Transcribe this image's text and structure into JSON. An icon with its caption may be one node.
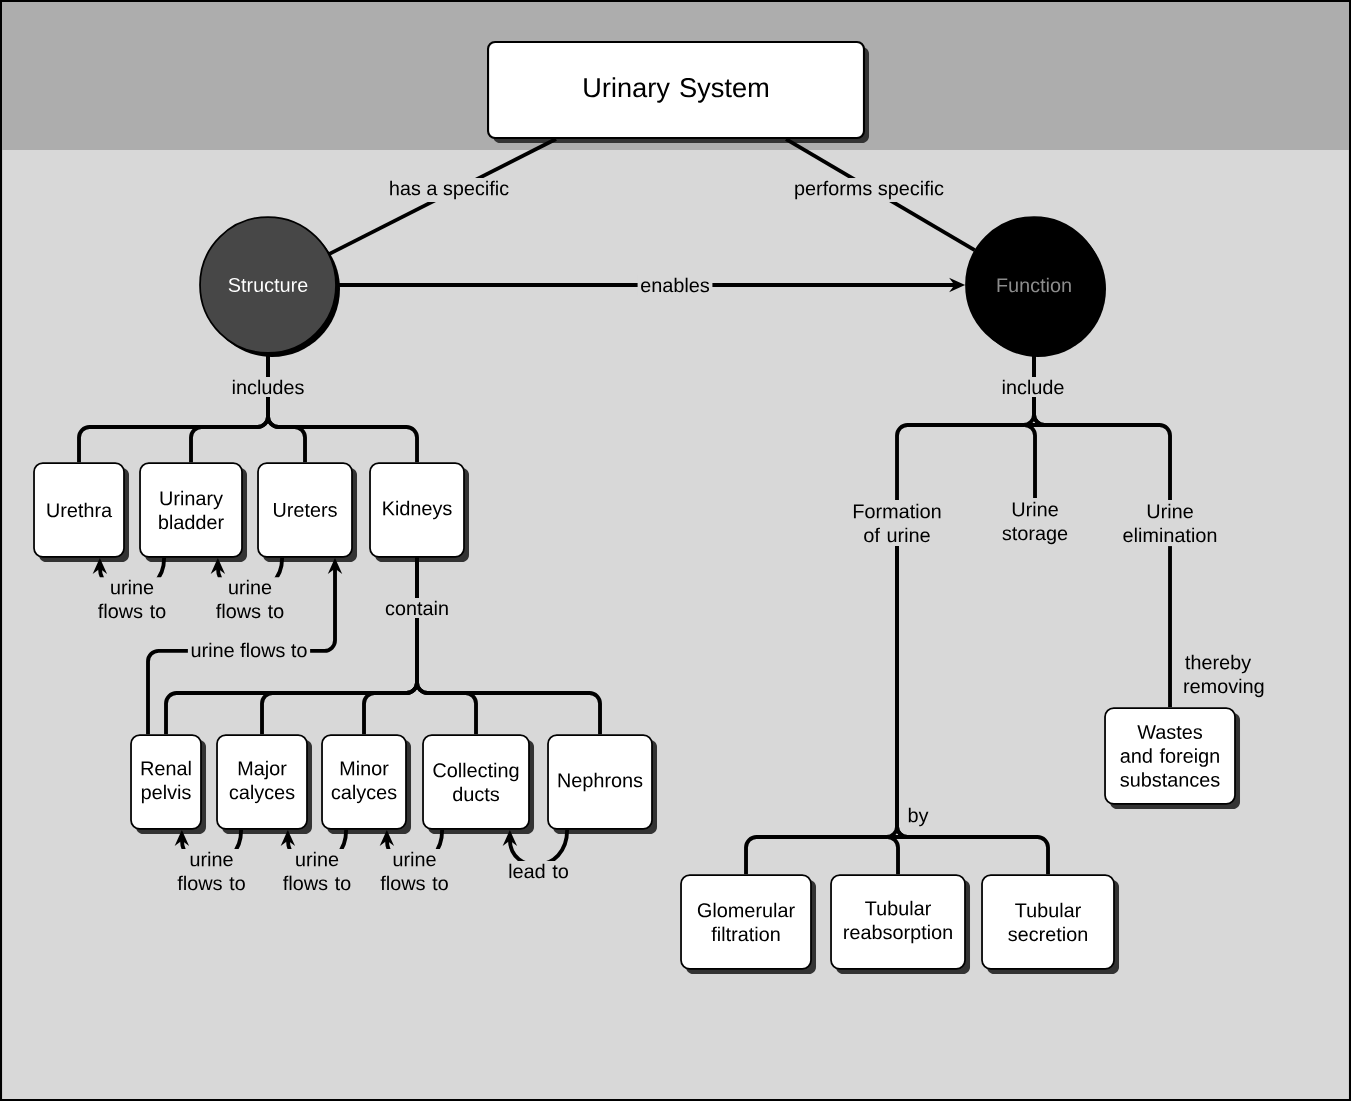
{
  "diagram": {
    "nodes": [
      {
        "text": [
          "Urinary System"
        ]
      },
      {
        "text": [
          "Structure"
        ]
      },
      {
        "text": [
          "Function"
        ]
      },
      {
        "text": [
          "Urethra"
        ]
      },
      {
        "text": [
          "Urinary bladder"
        ]
      },
      {
        "text": [
          "Ureters"
        ]
      },
      {
        "text": [
          "Kidneys"
        ]
      },
      {
        "text": [
          "Renal pelvis"
        ]
      },
      {
        "text": [
          "Major calyces"
        ]
      },
      {
        "text": [
          "Minor calyces"
        ]
      },
      {
        "text": [
          "Collecting ducts"
        ]
      },
      {
        "text": [
          "Nephrons"
        ]
      },
      {
        "text": [
          "Formation of urine"
        ]
      },
      {
        "text": [
          "Urine storage"
        ]
      },
      {
        "text": [
          "Urine elimination"
        ]
      },
      {
        "text": [
          "Wastes and foreign substances"
        ]
      },
      {
        "text": [
          "Glomerular filtration"
        ]
      },
      {
        "text": [
          "Tubular reabsorption"
        ]
      },
      {
        "text": [
          "Tubular secretion"
        ]
      }
    ],
    "edges": [
      {
        "from": 0,
        "to": 1,
        "arrow": "none",
        "label": "has a specific"
      },
      {
        "from": 0,
        "to": 2,
        "arrow": "none",
        "label": "performs specific"
      },
      {
        "from": 1,
        "to": 2,
        "arrow": "to",
        "label": "enables"
      },
      {
        "from": 1,
        "to": 3,
        "arrow": "none",
        "label": "includes"
      },
      {
        "from": 1,
        "to": 4,
        "arrow": "none"
      },
      {
        "from": 1,
        "to": 5,
        "arrow": "none"
      },
      {
        "from": 1,
        "to": 6,
        "arrow": "none"
      },
      {
        "from": 4,
        "to": 3,
        "arrow": "to",
        "label": "urine flows to"
      },
      {
        "from": 5,
        "to": 4,
        "arrow": "to",
        "label": "urine flows to"
      },
      {
        "from": 7,
        "to": 5,
        "arrow": "to",
        "label": "urine flows to"
      },
      {
        "from": 6,
        "to": 7,
        "arrow": "none",
        "label": "contain"
      },
      {
        "from": 6,
        "to": 8,
        "arrow": "none"
      },
      {
        "from": 6,
        "to": 9,
        "arrow": "none"
      },
      {
        "from": 6,
        "to": 10,
        "arrow": "none"
      },
      {
        "from": 6,
        "to": 11,
        "arrow": "none"
      },
      {
        "from": 8,
        "to": 7,
        "arrow": "to",
        "label": "urine flows to"
      },
      {
        "from": 9,
        "to": 8,
        "arrow": "to",
        "label": "urine flows to"
      },
      {
        "from": 10,
        "to": 9,
        "arrow": "to",
        "label": "urine flows to"
      },
      {
        "from": 11,
        "to": 10,
        "arrow": "to",
        "label": "lead to"
      },
      {
        "from": 2,
        "to": 12,
        "arrow": "none",
        "label": "include"
      },
      {
        "from": 2,
        "to": 13,
        "arrow": "none"
      },
      {
        "from": 2,
        "to": 14,
        "arrow": "none"
      },
      {
        "from": 12,
        "to": 16,
        "arrow": "none",
        "label": "by"
      },
      {
        "from": 12,
        "to": 17,
        "arrow": "none"
      },
      {
        "from": 12,
        "to": 18,
        "arrow": "none"
      },
      {
        "from": 14,
        "to": 15,
        "arrow": "none",
        "label": "thereby removing"
      }
    ]
  }
}
